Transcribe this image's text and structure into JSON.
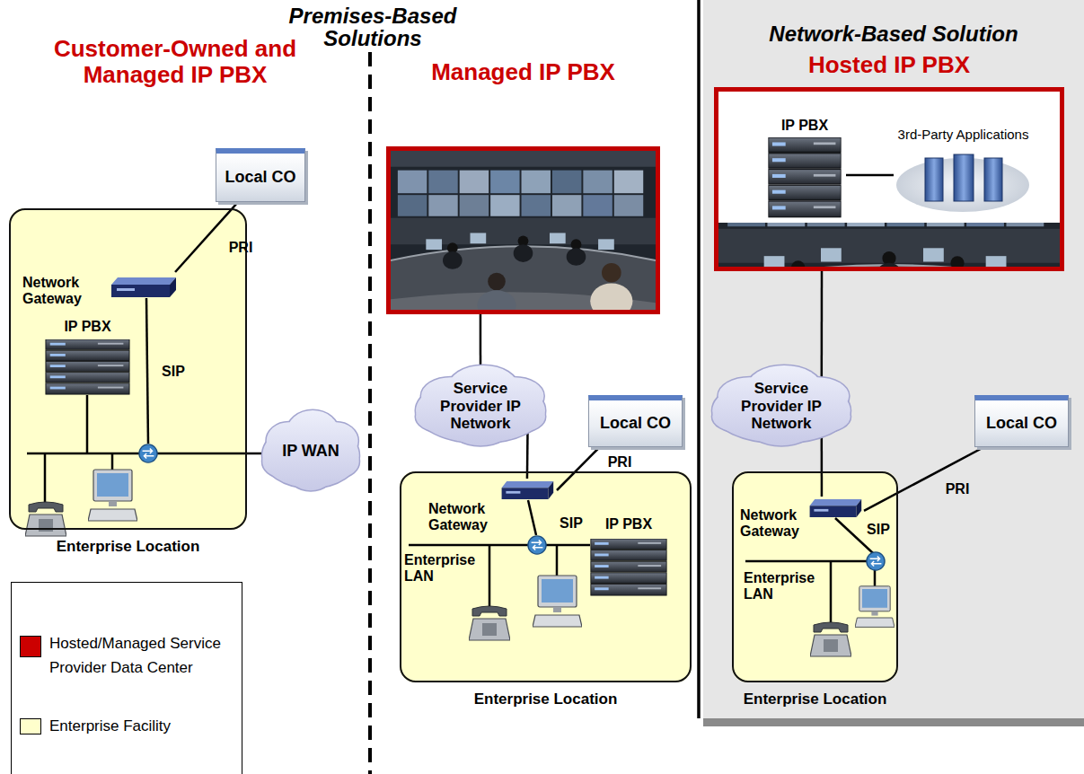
{
  "diagram": {
    "nodes": [
      {
        "text": [
          "Local CO"
        ]
      },
      {
        "text": [
          "Enterprise Location"
        ]
      },
      {
        "text": [
          "Network Gateway"
        ],
        "in": 1
      },
      {
        "text": [
          "IP PBX"
        ],
        "in": 1
      },
      {
        "text": [
          "IP WAN"
        ]
      },
      {
        "text": [
          "Managed IP PBX"
        ]
      },
      {
        "text": [
          "Service Provider IP Network"
        ]
      },
      {
        "text": [
          "Local CO"
        ]
      },
      {
        "text": [
          "Enterprise Location"
        ]
      },
      {
        "text": [
          "Network Gateway"
        ],
        "in": 8
      },
      {
        "text": [
          "IP PBX"
        ],
        "in": 8
      },
      {
        "text": [
          "Network-Based Solution"
        ]
      },
      {
        "text": [
          "Hosted IP PBX"
        ],
        "in": 11
      },
      {
        "text": [
          "IP PBX"
        ],
        "in": 12
      },
      {
        "text": [
          "3rd-Party Applications"
        ],
        "in": 12
      },
      {
        "text": [
          "Service Provider IP Network"
        ],
        "in": 11
      },
      {
        "text": [
          "Local CO"
        ],
        "in": 11
      },
      {
        "text": [
          "Enterprise Location"
        ],
        "in": 11
      },
      {
        "text": [
          "Network Gateway"
        ],
        "in": 17
      }
    ],
    "edges": [
      {
        "from": 0,
        "to": 2,
        "label": "PRI",
        "arrow": "none"
      },
      {
        "from": 1,
        "to": 4,
        "arrow": "none"
      },
      {
        "from": 5,
        "to": 6,
        "arrow": "none"
      },
      {
        "from": 6,
        "to": 9,
        "arrow": "none"
      },
      {
        "from": 7,
        "to": 9,
        "label": "PRI",
        "arrow": "none"
      },
      {
        "from": 13,
        "to": 14,
        "arrow": "none"
      },
      {
        "from": 12,
        "to": 15,
        "arrow": "none"
      },
      {
        "from": 15,
        "to": 18,
        "arrow": "none"
      },
      {
        "from": 16,
        "to": 18,
        "label": "PRI",
        "arrow": "none"
      }
    ],
    "labels": [
      "Premises-Based Solutions",
      "Customer-Owned and Managed IP PBX",
      "SIP",
      "SIP",
      "Enterprise LAN",
      "SIP",
      "Enterprise LAN"
    ],
    "legend": [
      {
        "text": "Hosted/Managed Service Provider Data Center",
        "color": "#cc0000"
      },
      {
        "text": "Enterprise Facility",
        "color": "#ffffcc"
      }
    ]
  }
}
